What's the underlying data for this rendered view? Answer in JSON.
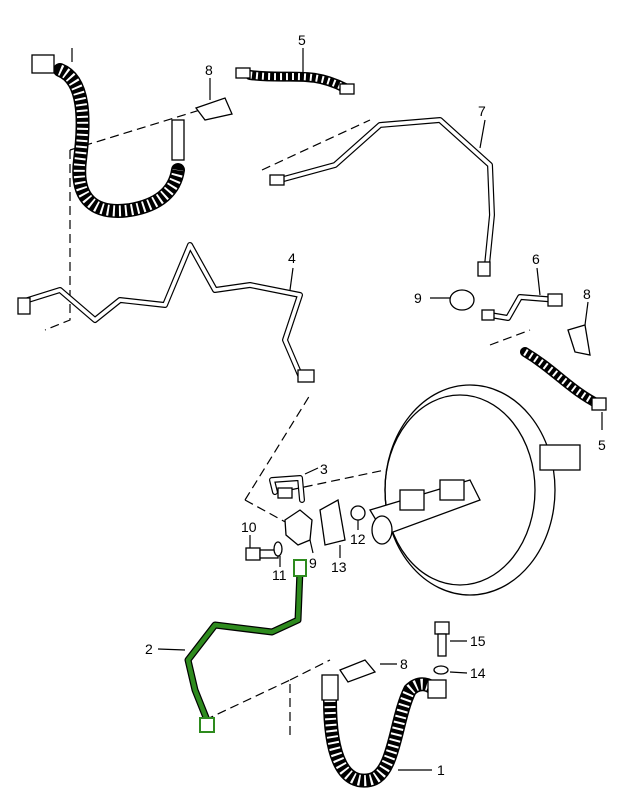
{
  "diagram": {
    "title": "Brake line parts diagram",
    "highlight_color": "#2e8b1e",
    "callouts": [
      {
        "id": "hose-front-left",
        "label": ""
      },
      {
        "id": "brake-line-2",
        "label": "2"
      },
      {
        "id": "brake-line-3",
        "label": "3"
      },
      {
        "id": "brake-line-4",
        "label": "4"
      },
      {
        "id": "hose-5-top",
        "label": "5"
      },
      {
        "id": "hose-5-right",
        "label": "5"
      },
      {
        "id": "brake-line-6",
        "label": "6"
      },
      {
        "id": "brake-line-7",
        "label": "7"
      },
      {
        "id": "clip-8-top",
        "label": "8"
      },
      {
        "id": "clip-8-right",
        "label": "8"
      },
      {
        "id": "clip-8-bottom",
        "label": "8"
      },
      {
        "id": "distributor-9-right",
        "label": "9"
      },
      {
        "id": "distributor-9-left",
        "label": "9"
      },
      {
        "id": "bolt-10",
        "label": "10"
      },
      {
        "id": "washer-11",
        "label": "11"
      },
      {
        "id": "nut-12",
        "label": "12"
      },
      {
        "id": "bracket-13",
        "label": "13"
      },
      {
        "id": "washer-14",
        "label": "14"
      },
      {
        "id": "bolt-15",
        "label": "15"
      },
      {
        "id": "hose-1",
        "label": "1"
      }
    ]
  }
}
